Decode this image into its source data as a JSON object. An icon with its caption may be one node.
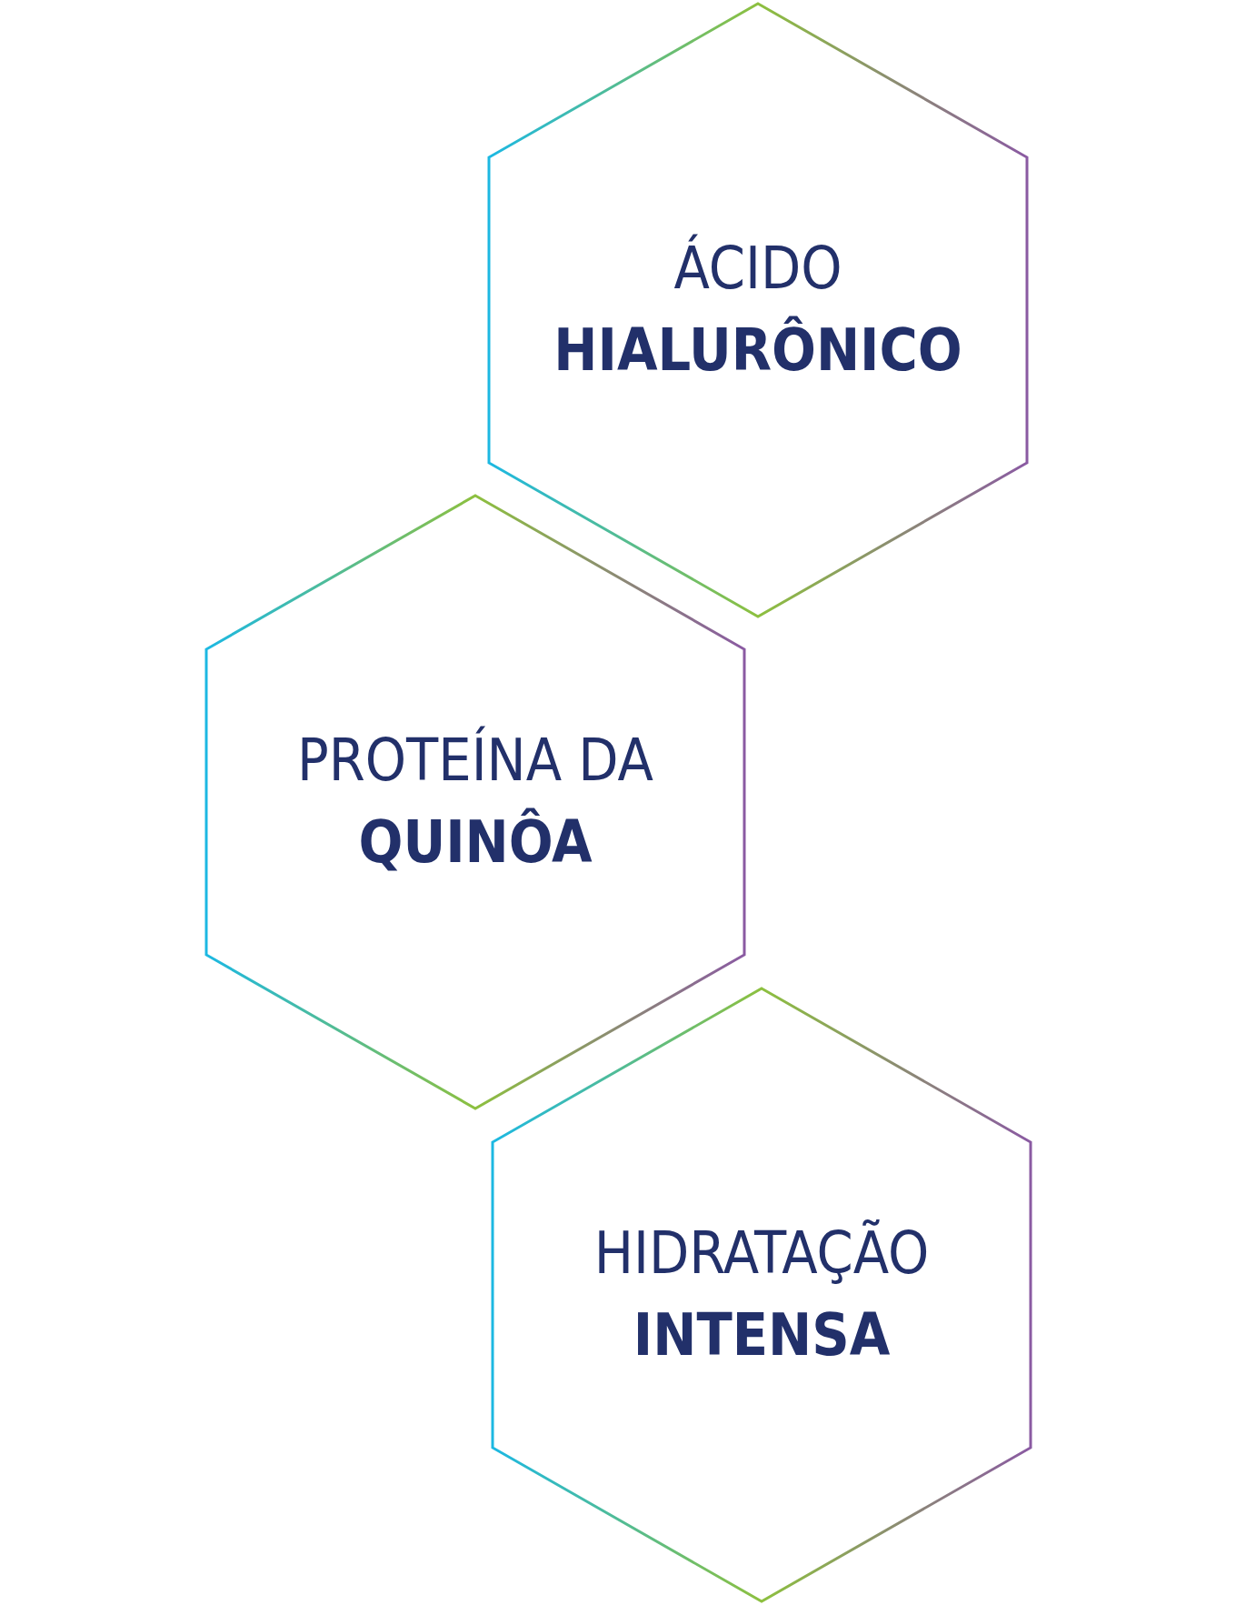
{
  "diagram": {
    "nodes": [
      {
        "text": [
          "ÁCIDO",
          "HIALURÔNICO"
        ]
      },
      {
        "text": [
          "PROTEÍNA DA",
          "QUINÔA"
        ]
      },
      {
        "text": [
          "HIDRATAÇÃO",
          "INTENSA"
        ]
      }
    ]
  }
}
